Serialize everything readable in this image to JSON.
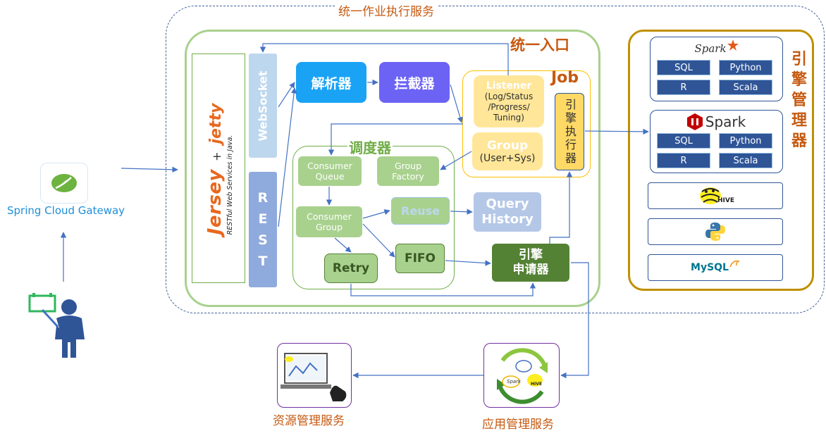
{
  "unified_service": {
    "title": "统一作业执行服务"
  },
  "entry": {
    "title": "统一入口",
    "websocket": "WebSocket",
    "rest": "REST"
  },
  "jersey": {
    "logo": "Jersey",
    "plus": "+",
    "jetty": "jetty",
    "subtitle": "RESTful Web Services in Java."
  },
  "pipeline": {
    "parser": "解析器",
    "interceptor": "拦截器"
  },
  "job": {
    "title": "Job",
    "listener_title": "Listener",
    "listener_lines": [
      "(Log/Status",
      "/Progress/",
      "Tuning)"
    ],
    "group_title": "Group",
    "group_sub": "(User+Sys)",
    "executor": "引擎执行器"
  },
  "scheduler": {
    "title": "调度器",
    "consumer_queue": [
      "Consumer",
      "Queue"
    ],
    "group_factory": [
      "Group",
      "Factory"
    ],
    "consumer_group": [
      "Consumer",
      "Group"
    ],
    "reuse": "Reuse",
    "retry": "Retry",
    "fifo": "FIFO"
  },
  "query_history": [
    "Query",
    "History"
  ],
  "engine_requester": [
    "引擎",
    "申请器"
  ],
  "engine_manager": {
    "title_chars": [
      "引",
      "擎",
      "管",
      "理",
      "器"
    ],
    "spark1": {
      "name": "Spark",
      "chips": [
        "SQL",
        "Python",
        "R",
        "Scala"
      ]
    },
    "spark2": {
      "name": "Spark",
      "chips": [
        "SQL",
        "Python",
        "R",
        "Scala"
      ]
    },
    "hive": "HIVE",
    "mysql": "MySQL"
  },
  "gateway": {
    "label": "Spring Cloud Gateway"
  },
  "services": {
    "resource": "资源管理服务",
    "application": "应用管理服务",
    "spark_tag": "Spark",
    "hive_tag": "HIVE"
  },
  "colors": {
    "accent_orange": "#c55a11",
    "entry_green": "#a9d18e",
    "arrow_blue": "#4472c4",
    "manager_gold": "#bf9000"
  }
}
